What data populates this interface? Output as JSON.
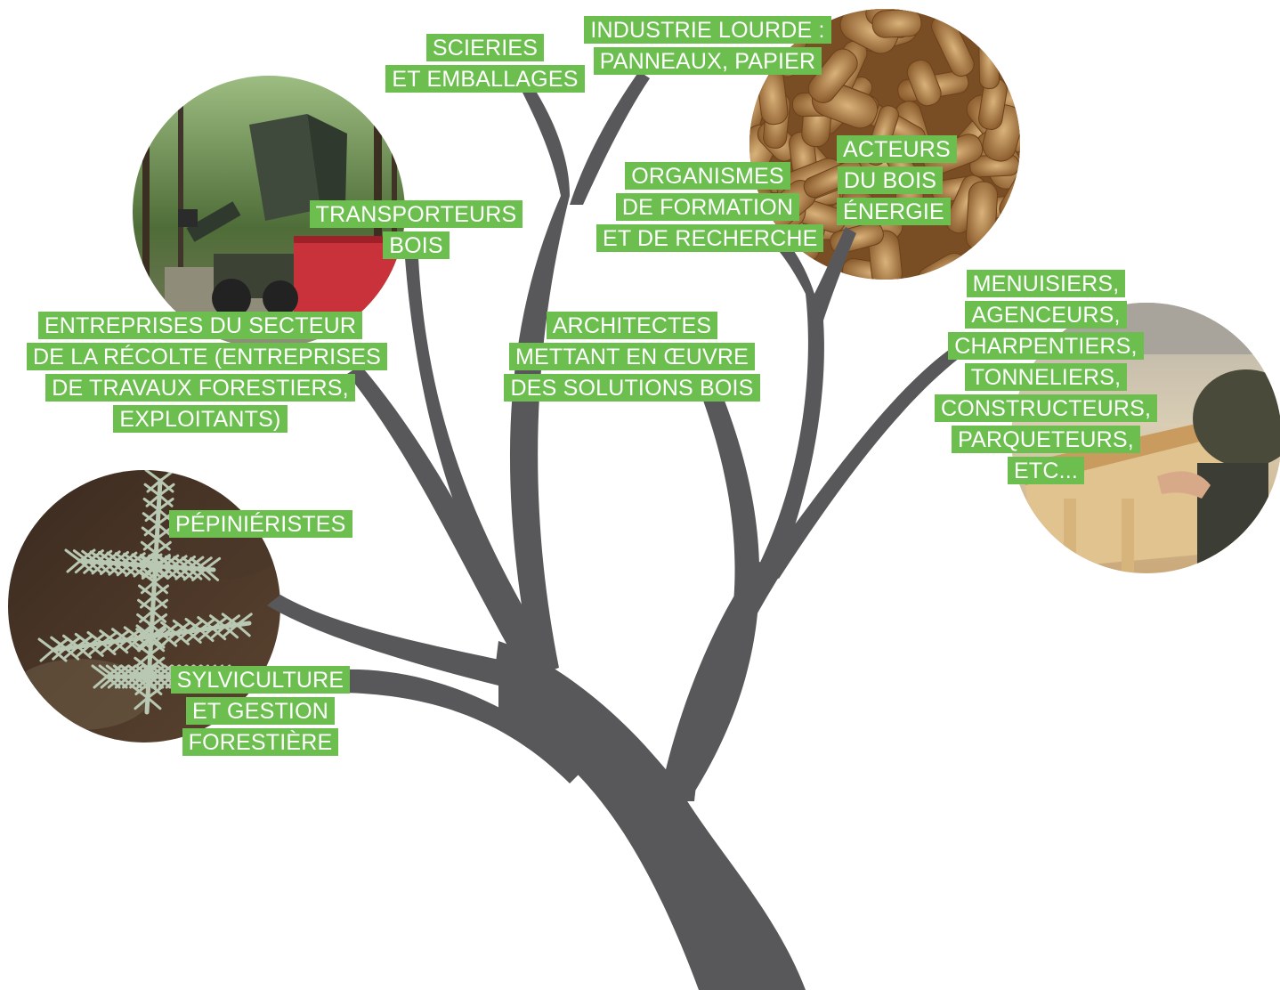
{
  "colors": {
    "label_bg": "#6cbf4f",
    "label_text": "#ffffff",
    "tree": "#58585a"
  },
  "labels": {
    "scieries": [
      "SCIERIES",
      "ET EMBALLAGES"
    ],
    "industrie": [
      "INDUSTRIE LOURDE :",
      "PANNEAUX, PAPIER"
    ],
    "transporteurs": [
      "TRANSPORTEURS",
      "BOIS"
    ],
    "organismes": [
      "ORGANISMES",
      "DE FORMATION",
      "ET DE RECHERCHE"
    ],
    "acteurs": [
      "ACTEURS",
      "DU BOIS",
      "ÉNERGIE"
    ],
    "entreprises": [
      "ENTREPRISES DU SECTEUR",
      "DE LA RÉCOLTE (ENTREPRISES",
      "DE TRAVAUX FORESTIERS,",
      "EXPLOITANTS)"
    ],
    "architectes": [
      "ARCHITECTES",
      "METTANT EN ŒUVRE",
      "DES SOLUTIONS BOIS"
    ],
    "menuisiers": [
      "MENUISIERS,",
      "AGENCEURS,",
      "CHARPENTIERS,",
      "TONNELIERS,",
      "CONSTRUCTEURS,",
      "PARQUETEURS,",
      "ETC..."
    ],
    "pepinieristes": [
      "PÉPINIÉRISTES"
    ],
    "sylviculture": [
      "SYLVICULTURE",
      "ET GESTION",
      "FORESTIÈRE"
    ]
  },
  "photos": {
    "harvester": "forest-harvester-photo",
    "pellets": "wood-pellets-photo",
    "seedling": "conifer-seedling-photo",
    "carpentry": "carpentry-workshop-photo"
  }
}
